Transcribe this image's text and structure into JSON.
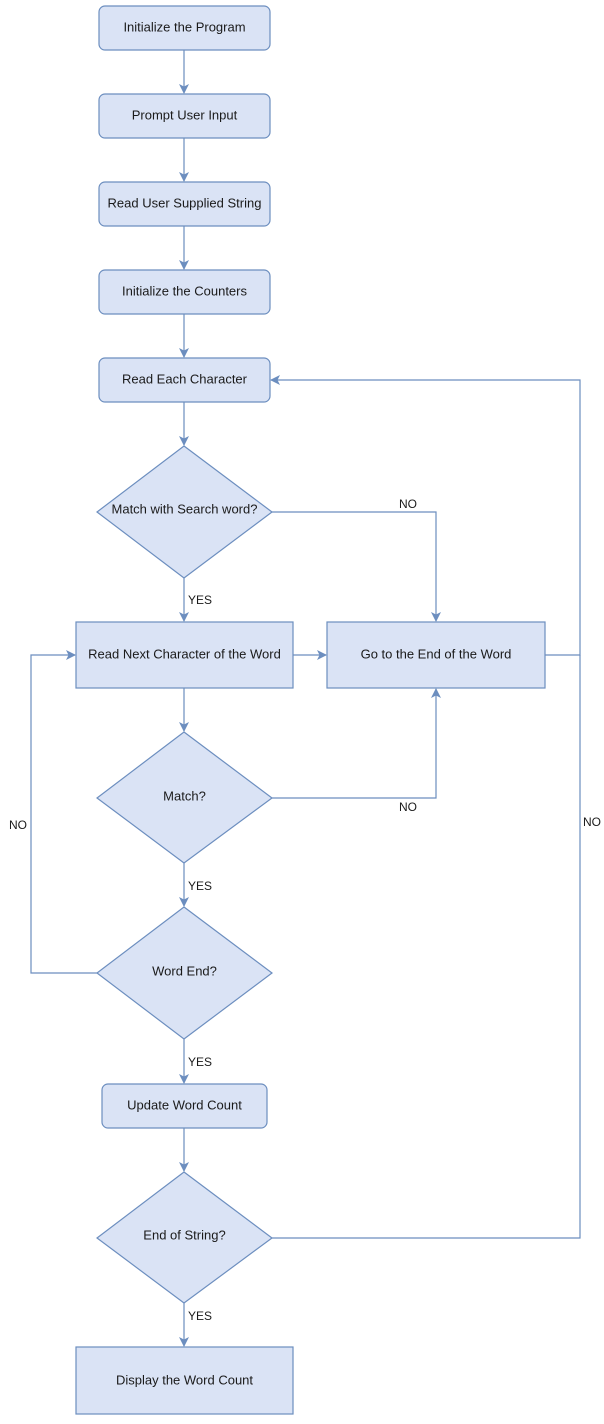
{
  "nodes": {
    "init_program": "Initialize the Program",
    "prompt_input": "Prompt User Input",
    "read_string": "Read User Supplied String",
    "init_counters": "Initialize the Counters",
    "read_each_char": "Read Each Character",
    "match_search_word": "Match with Search word?",
    "read_next_char": "Read Next Character of the Word",
    "goto_word_end": "Go to the End of the Word",
    "match": "Match?",
    "word_end": "Word End?",
    "update_count": "Update Word Count",
    "end_of_string": "End of String?",
    "display_count": "Display the Word Count"
  },
  "edge_labels": {
    "search_word_no": "NO",
    "search_word_yes": "YES",
    "match_no": "NO",
    "match_yes": "YES",
    "word_end_no": "NO",
    "word_end_yes": "YES",
    "end_string_no": "NO",
    "end_string_yes": "YES"
  },
  "colors": {
    "node_fill": "#dae3f5",
    "node_stroke": "#6c8ebf",
    "edge": "#6c8ebf",
    "text": "#1a1a1a"
  }
}
